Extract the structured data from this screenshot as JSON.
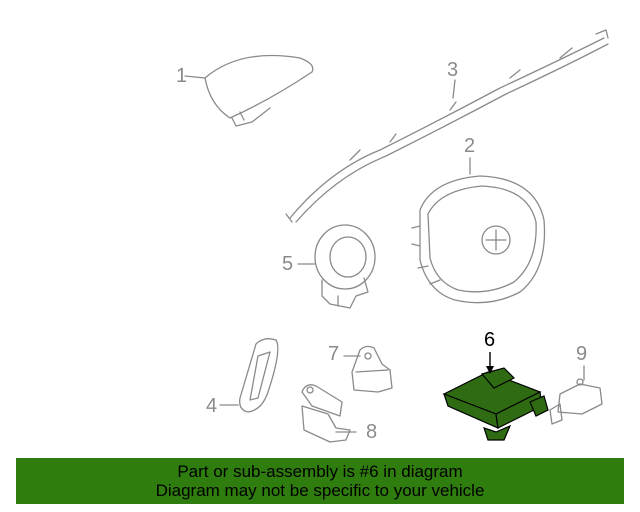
{
  "callouts": {
    "c1": "1",
    "c2": "2",
    "c3": "3",
    "c4": "4",
    "c5": "5",
    "c6": "6",
    "c7": "7",
    "c8": "8",
    "c9": "9"
  },
  "highlight_part": "6",
  "colors": {
    "line": "#8a8a8a",
    "highlight_fill": "#2e6b12",
    "footer_bg": "#2e7d0e"
  },
  "footer": {
    "line1": "Part or sub-assembly is #6 in diagram",
    "line2": "Diagram may not be specific to your vehicle"
  }
}
